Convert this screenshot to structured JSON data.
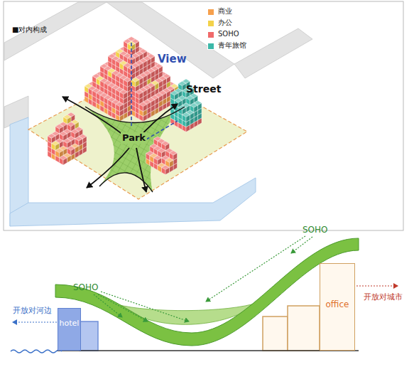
{
  "diagram": {
    "nodes": [
      {
        "text": [
          "hotel"
        ]
      },
      {
        "text": [
          "office"
        ]
      }
    ],
    "labels": [
      "■对内构成",
      "View",
      "Street",
      "Park",
      "SOHO",
      "SOHO",
      "开放对河边",
      "开放对城市"
    ],
    "legend": [
      {
        "text": "商业",
        "color": "#f6a04d"
      },
      {
        "text": "办公",
        "color": "#f3d24a"
      },
      {
        "text": "SOHO",
        "color": "#f06a6a"
      },
      {
        "text": "青年旅馆",
        "color": "#3cb8a8"
      }
    ]
  }
}
